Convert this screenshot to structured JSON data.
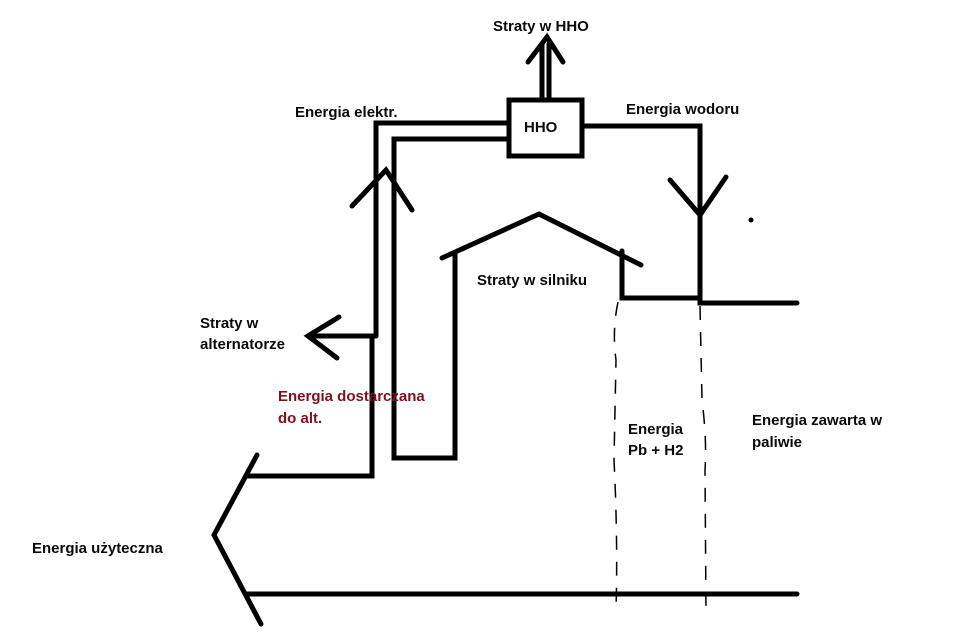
{
  "diagram": {
    "title": "Energy flow diagram (Sankey-style sketch)",
    "colors": {
      "line": "#000000",
      "text": "#0a0a0a",
      "highlight_text": "#7f1020",
      "background": "#ffffff"
    },
    "labels": {
      "hho_losses": "Straty w HHO",
      "hho_box": "HHO",
      "electric_energy": "Energia elektr.",
      "hydrogen_energy": "Energia wodoru",
      "engine_losses": "Straty w silniku",
      "alternator_losses_line1": "Straty w",
      "alternator_losses_line2": "alternatorze",
      "energy_to_alt_line1": "Energia dostarczana",
      "energy_to_alt_line2": "do alt.",
      "pb_h2_line1": "Energia",
      "pb_h2_line2": "Pb + H2",
      "fuel_energy_line1": "Energia zawarta w",
      "fuel_energy_line2": "paliwie",
      "useful_energy": "Energia użyteczna"
    },
    "nodes": [
      "Energia zawarta w paliwie",
      "Energia Pb + H2",
      "Straty w silniku",
      "Energia dostarczana do alt.",
      "Straty w alternatorze",
      "Energia elektr.",
      "HHO",
      "Straty w HHO",
      "Energia wodoru",
      "Energia użyteczna"
    ],
    "flows": [
      {
        "from": "Energia zawarta w paliwie",
        "to": "Energia użyteczna"
      },
      {
        "from": "Energia Pb + H2",
        "to": "Straty w silniku"
      },
      {
        "from": "Energia dostarczana do alt.",
        "to": "Straty w alternatorze"
      },
      {
        "from": "Energia dostarczana do alt.",
        "to": "Energia elektr."
      },
      {
        "from": "Energia elektr.",
        "to": "HHO"
      },
      {
        "from": "HHO",
        "to": "Straty w HHO"
      },
      {
        "from": "HHO",
        "to": "Energia wodoru"
      },
      {
        "from": "Energia wodoru",
        "to": "Energia zawarta w paliwie"
      }
    ]
  }
}
